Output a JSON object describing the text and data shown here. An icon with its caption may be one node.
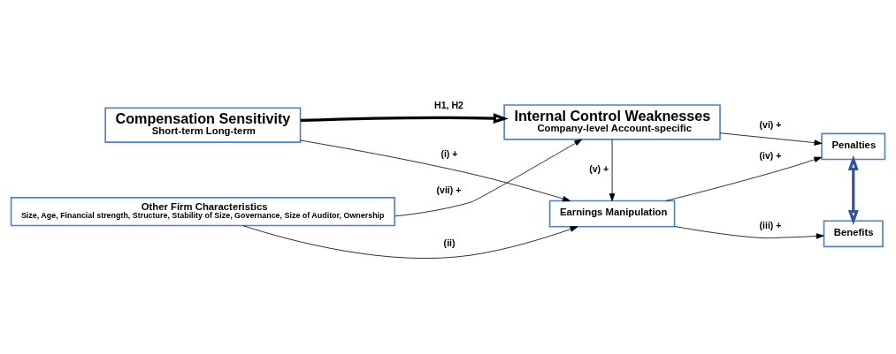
{
  "diagram": {
    "nodes": [
      {
        "text": [
          "Compensation Sensitivity",
          "Short-term Long-term"
        ]
      },
      {
        "text": [
          "Internal Control Weaknesses",
          "Company-level Account-specific"
        ]
      },
      {
        "text": [
          "Penalties"
        ]
      },
      {
        "text": [
          "Other Firm Characteristics",
          "Size, Age, Financial strength, Structure, Stability of Size, Governance, Size of Auditor, Ownership"
        ]
      },
      {
        "text": [
          "Earnings Manipulation"
        ]
      },
      {
        "text": [
          "Benefits"
        ]
      }
    ],
    "edges": [
      {
        "from": 0,
        "to": 1,
        "arrow": "to",
        "label": "H1, H2",
        "style": "thick"
      },
      {
        "from": 0,
        "to": 4,
        "arrow": "to",
        "label": "(i) +"
      },
      {
        "from": 3,
        "to": 1,
        "arrow": "to",
        "label": "(vii) +"
      },
      {
        "from": 3,
        "to": 4,
        "arrow": "to",
        "label": "(ii)"
      },
      {
        "from": 1,
        "to": 4,
        "arrow": "to",
        "label": "(v) +"
      },
      {
        "from": 1,
        "to": 2,
        "arrow": "to",
        "label": "(vi) +"
      },
      {
        "from": 4,
        "to": 2,
        "arrow": "to",
        "label": "(iv) +"
      },
      {
        "from": 4,
        "to": 5,
        "arrow": "to",
        "label": "(iii) +"
      },
      {
        "from": 2,
        "to": 5,
        "arrow": "both",
        "style": "thick",
        "color": "#2f5597"
      }
    ]
  }
}
